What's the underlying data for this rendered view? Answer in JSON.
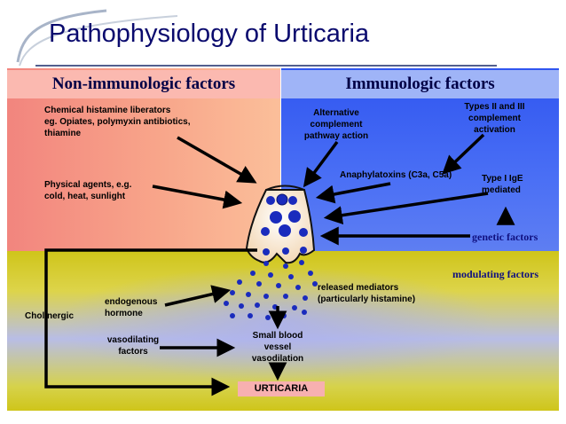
{
  "title": "Pathophysiology of Urticaria",
  "headers": {
    "left": "Non-immunologic factors",
    "right": "Immunologic factors"
  },
  "labels": {
    "chemical_1": "Chemical histamine liberators",
    "chemical_2": "eg. Opiates, polymyxin antibiotics,",
    "chemical_3": "thiamine",
    "physical_1": "Physical agents, e.g.",
    "physical_2": "cold, heat, sunlight",
    "alternative_1": "Alternative",
    "alternative_2": "complement",
    "alternative_3": "pathway action",
    "types_1": "Types II and III",
    "types_2": "complement",
    "types_3": "activation",
    "anaphylatoxins": "Anaphylatoxins (C3a, C5a)",
    "ige_1": "Type I IgE",
    "ige_2": "mediated",
    "genetic": "genetic factors",
    "modulating": "modulating factors",
    "released_1": "released mediators",
    "released_2": "(particularly histamine)",
    "endogenous_1": "endogenous",
    "endogenous_2": "hormone",
    "cholinergic": "Cholinergic",
    "vasodilating_1": "vasodilating",
    "vasodilating_2": "factors",
    "small_1": "Small blood",
    "small_2": "vessel",
    "small_3": "vasodilation",
    "urticaria": "URTICARIA"
  },
  "colors": {
    "title": "#0a0a6e",
    "arrow": "#000000",
    "granule": "#1a2bbd",
    "mast_cell": "#f3d9b8"
  }
}
